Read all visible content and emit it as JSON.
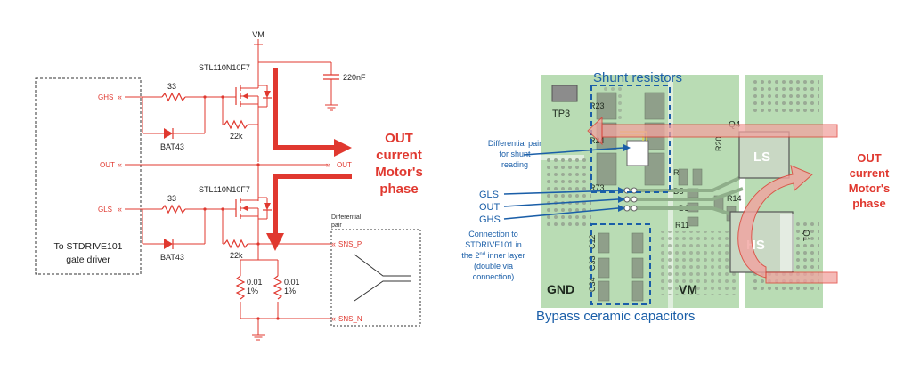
{
  "schematic": {
    "net_vm": "VM",
    "mosfet_top": "STL110N10F7",
    "mosfet_bottom": "STL110N10F7",
    "cap": "220nF",
    "r_gate_top": "33",
    "r_gate_bottom": "33",
    "r_pull_top": "22k",
    "r_pull_bottom": "22k",
    "diode_top": "BAT43",
    "diode_bottom": "BAT43",
    "port_ghs": "GHS",
    "port_out_in": "OUT",
    "port_gls": "GLS",
    "port_out_right": "OUT",
    "port_sns_p": "SNS_P",
    "port_sns_n": "SNS_N",
    "shunt1_value": "0.01",
    "shunt1_tol": "1%",
    "shunt2_value": "0.01",
    "shunt2_tol": "1%",
    "diff_pair_line1": "Differential",
    "diff_pair_line2": "pair",
    "driver_box_line1": "To STDRIVE101",
    "driver_box_line2": "gate driver",
    "annotation_line1": "OUT",
    "annotation_line2": "current",
    "annotation_line3": "Motor's",
    "annotation_line4": "phase"
  },
  "pcb": {
    "title_shunt": "Shunt resistors",
    "title_bypass": "Bypass ceramic capacitors",
    "tp3": "TP3",
    "q4": "Q4",
    "ls": "LS",
    "hs": "HS",
    "q1": "Q1",
    "gnd": "GND",
    "vm": "VM",
    "refdes": [
      "R23",
      "R24",
      "R73",
      "R17",
      "D5",
      "D1",
      "R11",
      "R14",
      "R20",
      "C12",
      "C33",
      "C34"
    ],
    "diff_label_line1": "Differential pair",
    "diff_label_line2": "for shunt",
    "diff_label_line3": "reading",
    "sig_gls": "GLS",
    "sig_out": "OUT",
    "sig_ghs": "GHS",
    "conn_line1": "Connection to",
    "conn_line2": "STDRIVE101 in",
    "conn_line3": "the 2",
    "conn_sup": "nd",
    "conn_line3b": " inner layer",
    "conn_line4": "(double via",
    "conn_line5": "connection)",
    "annotation_line1": "OUT",
    "annotation_line2": "current",
    "annotation_line3": "Motor's",
    "annotation_line4": "phase"
  },
  "colors": {
    "accent_red": "#e0382f",
    "blue": "#1a5ea8",
    "pcb_green": "#b9dcb4"
  }
}
